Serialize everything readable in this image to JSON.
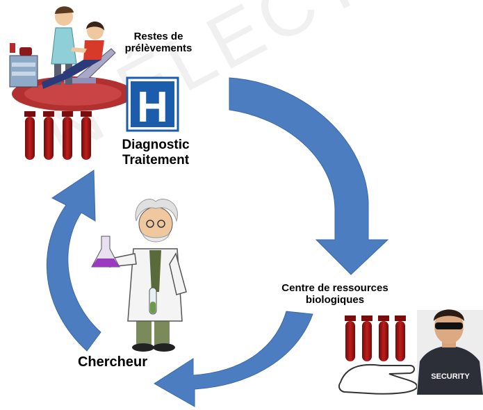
{
  "labels": {
    "restes_line1": "Restes de",
    "restes_line2": "prélèvements",
    "diag_line1": "Diagnostic",
    "diag_line2": "Traitement",
    "centre_line1": "Centre de ressources",
    "centre_line2": "biologiques",
    "chercheur": "Chercheur",
    "hospital_letter": "H",
    "security": "SECURITY"
  },
  "watermark": "N ÉLECTRONIQ",
  "colors": {
    "arrow": "#4b7dc0",
    "hospital_blue": "#1b5dab",
    "blood": "#9e1414"
  },
  "icons": [
    "blood-draw-illustration",
    "hospital-sign-icon",
    "blood-tubes",
    "scientist-illustration",
    "security-guard-illustration",
    "hand-icon"
  ]
}
